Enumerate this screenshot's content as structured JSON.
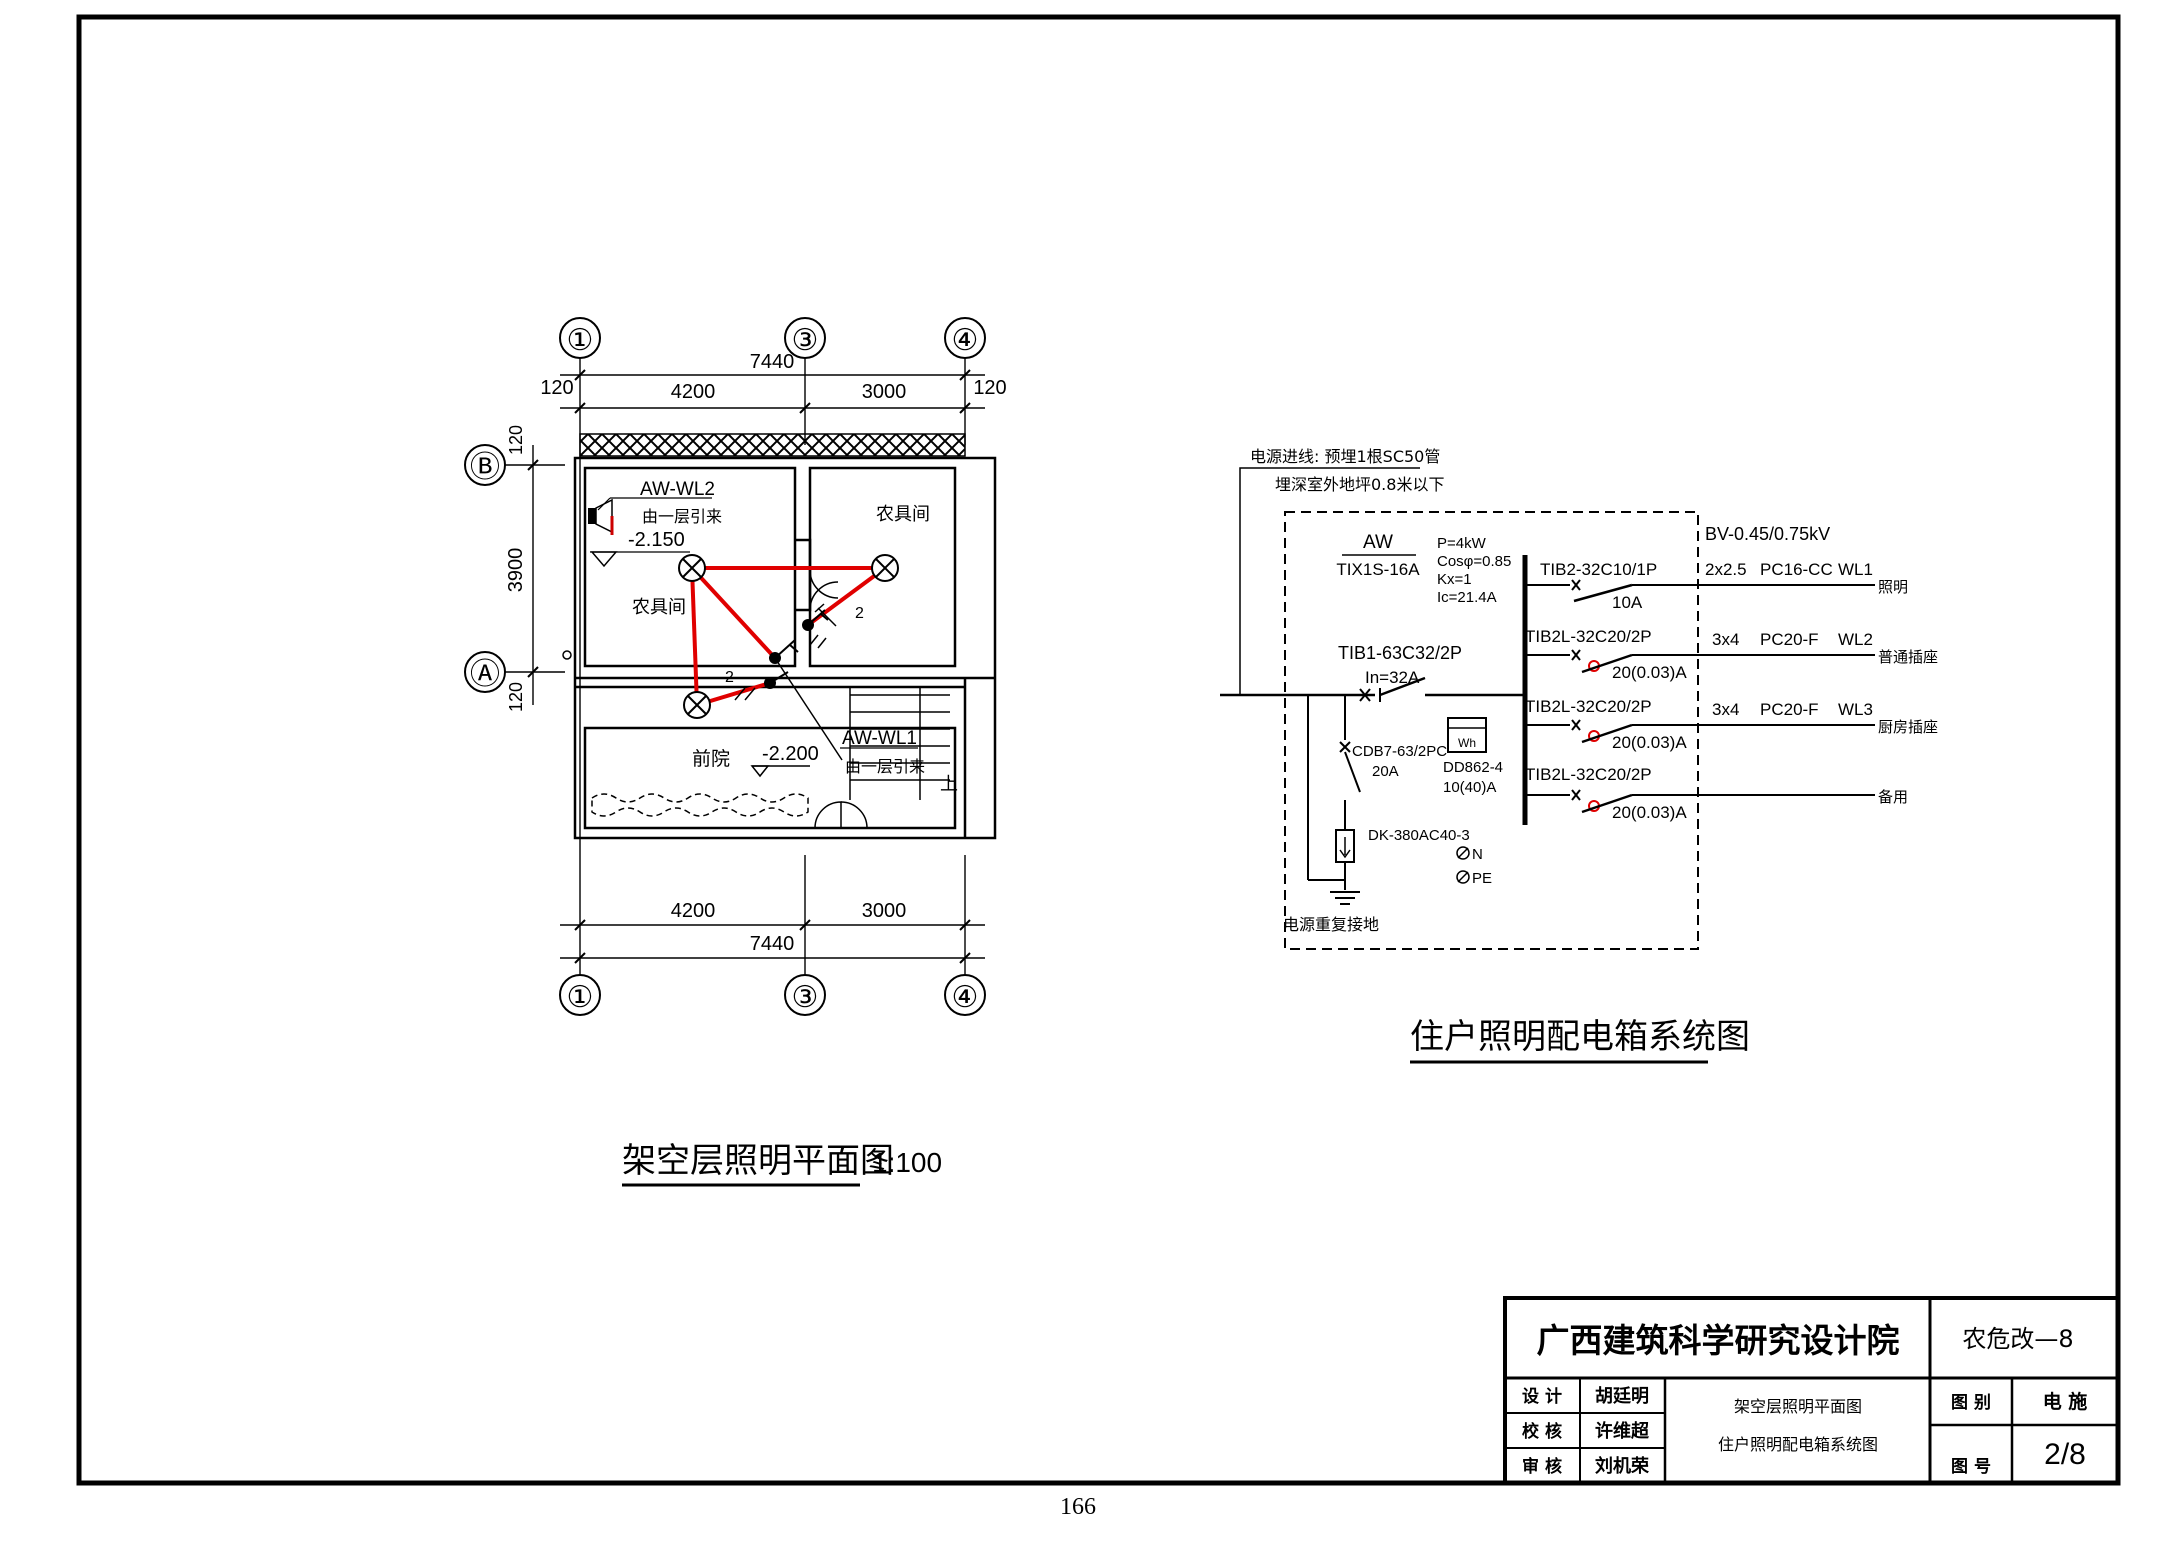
{
  "plan": {
    "axis_top": [
      "①",
      "③",
      "④"
    ],
    "axis_bottom": [
      "①",
      "③",
      "④"
    ],
    "axis_left": [
      "Ⓑ",
      "Ⓐ"
    ],
    "dims_top": {
      "total": "7440",
      "left_edge": "120",
      "right_edge": "120",
      "span1": "4200",
      "span2": "3000"
    },
    "dims_bottom": {
      "span1": "4200",
      "span2": "3000",
      "total": "7440"
    },
    "dims_left": {
      "top": "120",
      "middle": "3900",
      "bottom": "120"
    },
    "room_left": "农具间",
    "room_right": "农具间",
    "courtyard": "前院",
    "courtyard_level": "-2.200",
    "panel_label": "AW-WL2",
    "panel_note": "由一层引来",
    "panel_level": "-2.150",
    "feed_label": "AW-WL1",
    "feed_note": "由一层引来",
    "stair_up": "上",
    "circuit_mark_1": "2",
    "circuit_mark_2": "2",
    "title": "架空层照明平面图",
    "scale": "1:100"
  },
  "system": {
    "incoming_1": "电源进线: 预埋1根SC50管",
    "incoming_2": "埋深室外地坪0.8米以下",
    "box_name": "AW",
    "box_model": "TIX1S-16A",
    "params": [
      "P=4kW",
      "Cosφ=0.85",
      "Kx=1",
      "Ic=21.4A"
    ],
    "cable_spec": "BV-0.45/0.75kV",
    "main_breaker": "TIB1-63C32/2P",
    "main_in": "In=32A",
    "spd": "CDB7-63/2PC",
    "spd_rating": "20A",
    "meter_sym": "Wh",
    "meter_model": "DD862-4",
    "meter_rating": "10(40)A",
    "arrester": "DK-380AC40-3",
    "term_n": "N",
    "term_pe": "PE",
    "ground_note": "电源重复接地",
    "circuits": [
      {
        "breaker": "TIB2-32C10/1P",
        "rating": "10A",
        "wire": "2x2.5",
        "conduit": "PC16-CC",
        "wl": "WL1",
        "use": "照明"
      },
      {
        "breaker": "TIB2L-32C20/2P",
        "rating": "20(0.03)A",
        "wire": "3x4",
        "conduit": "PC20-F",
        "wl": "WL2",
        "use": "普通插座"
      },
      {
        "breaker": "TIB2L-32C20/2P",
        "rating": "20(0.03)A",
        "wire": "3x4",
        "conduit": "PC20-F",
        "wl": "WL3",
        "use": "厨房插座"
      },
      {
        "breaker": "TIB2L-32C20/2P",
        "rating": "20(0.03)A",
        "wire": "",
        "conduit": "",
        "wl": "",
        "use": "备用"
      }
    ],
    "title": "住户照明配电箱系统图"
  },
  "title_block": {
    "institute": "广西建筑科学研究设计院",
    "project": "农危改—8",
    "design_label": "设  计",
    "design_name": "胡廷明",
    "check_label": "校  核",
    "check_name": "许维超",
    "review_label": "审  核",
    "review_name": "刘机荣",
    "drawing_name_1": "架空层照明平面图",
    "drawing_name_2": "住户照明配电箱系统图",
    "category_label": "图  别",
    "category_value": "电  施",
    "number_label": "图  号",
    "number_value": "2/8"
  },
  "page_number": "166"
}
